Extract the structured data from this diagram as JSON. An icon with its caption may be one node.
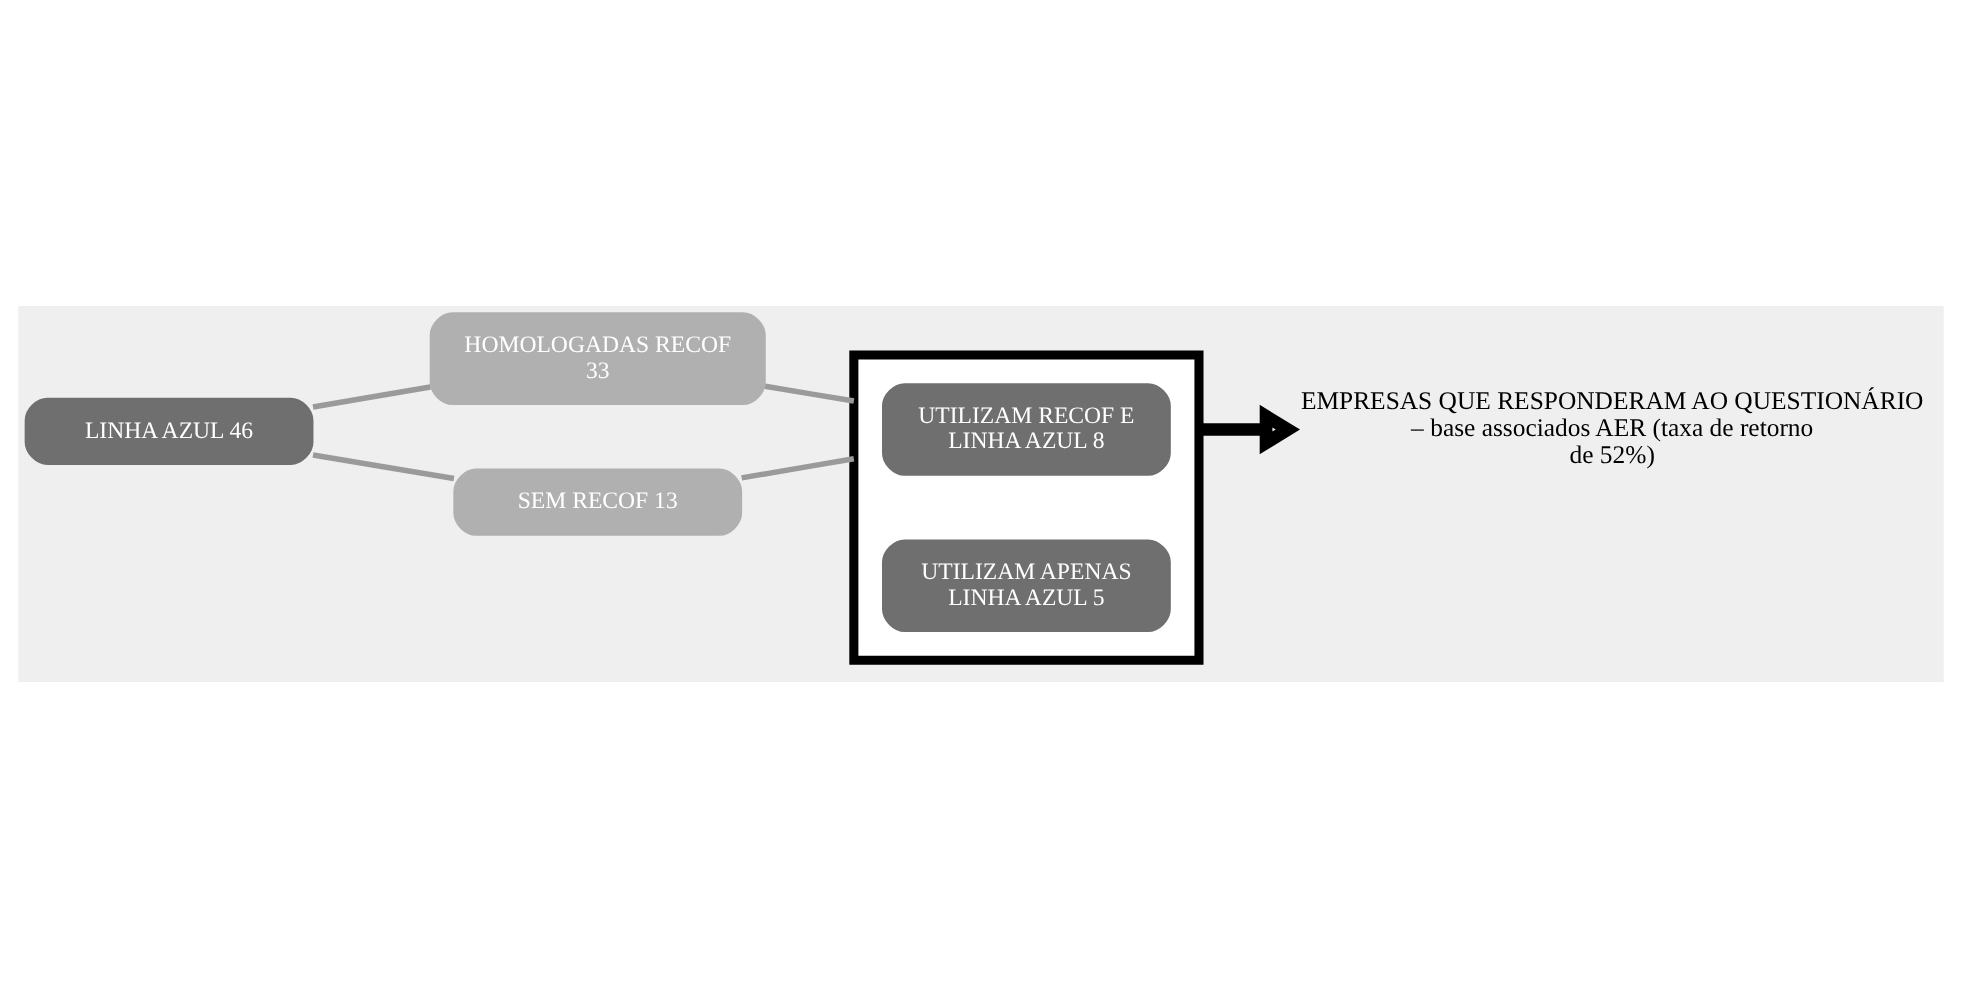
{
  "diagram": {
    "nodes": [
      {
        "text": [
          "LINHA AZUL 46"
        ]
      },
      {
        "text": [
          "HOMOLOGADAS RECOF 33"
        ]
      },
      {
        "text": [
          "SEM RECOF 13"
        ]
      },
      {
        "text": [],
        "shape": "box"
      },
      {
        "text": [
          "UTILIZAM RECOF E LINHA AZUL 8"
        ],
        "in": 3
      },
      {
        "text": [
          "UTILIZAM APENAS LINHA AZUL 5"
        ],
        "in": 3
      },
      {
        "text": [
          "EMPRESAS QUE RESPONDERAM AO QUESTIONÁRIO – base associados AER (taxa de retorno de 52%)"
        ]
      }
    ],
    "edges": [
      {
        "from": 0,
        "to": 1,
        "arrow": "none"
      },
      {
        "from": 0,
        "to": 2,
        "arrow": "none"
      },
      {
        "from": 1,
        "to": 3,
        "arrow": "none"
      },
      {
        "from": 2,
        "to": 3,
        "arrow": "none"
      },
      {
        "from": 3,
        "to": 6,
        "arrow": "to",
        "style": "thick",
        "color": "#000000"
      }
    ]
  }
}
